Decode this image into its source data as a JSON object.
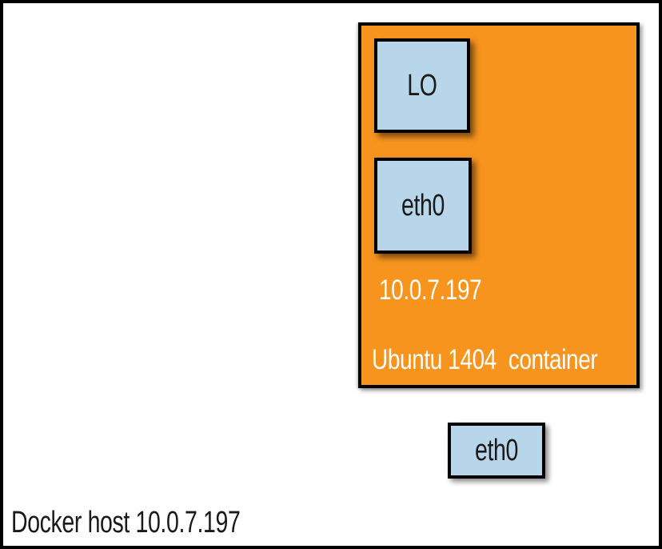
{
  "diagram": {
    "host": {
      "label": "Docker host 10.0.7.197"
    },
    "container": {
      "label": "Ubuntu 1404  container",
      "ip": "10.0.7.197",
      "interfaces": [
        {
          "label": "LO"
        },
        {
          "label": "eth0"
        }
      ]
    },
    "host_interface": {
      "label": "eth0"
    },
    "colors": {
      "container_fill": "#F7941E",
      "interface_fill": "#B8D6E9",
      "border": "#000000",
      "container_text": "#FFFFFF",
      "host_text": "#1A1A1A"
    }
  }
}
